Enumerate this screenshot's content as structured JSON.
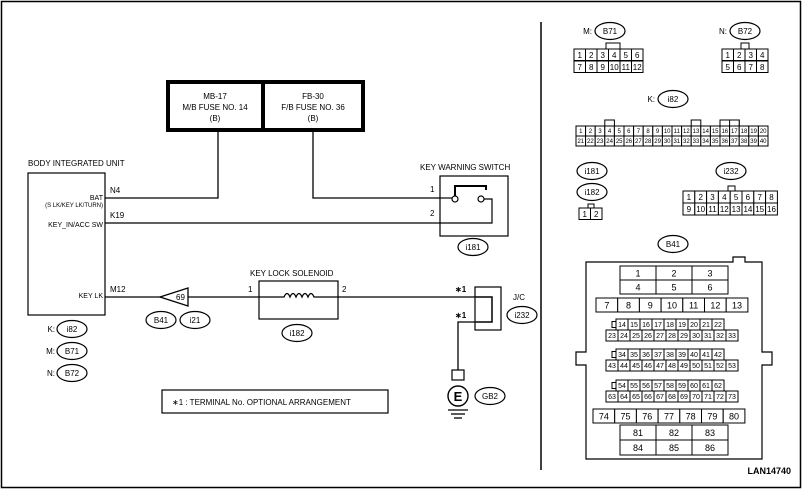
{
  "diagram_id": "LAN14740",
  "fuses": [
    {
      "line1": "MB-17",
      "line2": "M/B FUSE NO. 14",
      "line3": "(B)"
    },
    {
      "line1": "FB-30",
      "line2": "F/B FUSE NO. 36",
      "line3": "(B)"
    }
  ],
  "body_unit": {
    "title": "BODY INTEGRATED UNIT",
    "bat_label": "BAT",
    "bat_sub": "(S LK/KEY LK/TURN)",
    "key_in_label": "KEY_IN/ACC SW",
    "key_lk_label": "KEY LK",
    "pin_n4": "N4",
    "pin_k19": "K19",
    "pin_m12": "M12"
  },
  "key_warning_switch": {
    "title": "KEY WARNING SWITCH",
    "pin1": "1",
    "pin2": "2",
    "connector": "i181"
  },
  "key_lock_solenoid": {
    "title": "KEY LOCK SOLENOID",
    "pin1": "1",
    "pin2": "2",
    "connector": "i182"
  },
  "junction": {
    "label": "J/C",
    "connector": "i232",
    "mark1": "∗1",
    "mark2": "∗1"
  },
  "splice": {
    "number": "69",
    "conn1": "B41",
    "conn2": "i21"
  },
  "ground": {
    "symbol": "E",
    "connector": "GB2"
  },
  "connector_legend": [
    {
      "prefix": "K:",
      "code": "i82"
    },
    {
      "prefix": "M:",
      "code": "B71"
    },
    {
      "prefix": "N:",
      "code": "B72"
    }
  ],
  "note": "∗1 : TERMINAL No. OPTIONAL ARRANGEMENT",
  "connectors": {
    "b71": {
      "prefix": "M:",
      "code": "B71",
      "row1": [
        "1",
        "2",
        "3",
        "4",
        "5",
        "6"
      ],
      "row2": [
        "7",
        "8",
        "9",
        "10",
        "11",
        "12"
      ]
    },
    "b72": {
      "prefix": "N:",
      "code": "B72",
      "row1": [
        "1",
        "2",
        "3",
        "4"
      ],
      "row2": [
        "5",
        "6",
        "7",
        "8"
      ]
    },
    "i82": {
      "prefix": "K:",
      "code": "i82",
      "row1": [
        "1",
        "2",
        "3",
        "4",
        "5",
        "6",
        "7",
        "8",
        "9",
        "10",
        "11",
        "12",
        "13",
        "14",
        "15",
        "16",
        "17",
        "18",
        "19",
        "20"
      ],
      "row2": [
        "21",
        "22",
        "23",
        "24",
        "25",
        "26",
        "27",
        "28",
        "29",
        "30",
        "31",
        "32",
        "33",
        "34",
        "35",
        "36",
        "37",
        "38",
        "39",
        "40"
      ]
    },
    "i181": {
      "code": "i181"
    },
    "i182": {
      "code": "i182",
      "pins": [
        "1",
        "2"
      ]
    },
    "i232": {
      "code": "i232",
      "row1": [
        "1",
        "2",
        "3",
        "4",
        "5",
        "6",
        "7",
        "8"
      ],
      "row2": [
        "9",
        "10",
        "11",
        "12",
        "13",
        "14",
        "15",
        "16"
      ]
    },
    "b41": {
      "code": "B41",
      "rows": [
        [
          "1",
          "2",
          "3"
        ],
        [
          "4",
          "5",
          "6"
        ],
        [
          "7",
          "8",
          "9",
          "10",
          "11",
          "12",
          "13"
        ],
        [
          "14",
          "15",
          "16",
          "17",
          "18",
          "19",
          "20",
          "21",
          "22"
        ],
        [
          "23",
          "24",
          "25",
          "26",
          "27",
          "28",
          "29",
          "30",
          "31",
          "32",
          "33"
        ],
        [
          "34",
          "35",
          "36",
          "37",
          "38",
          "39",
          "40",
          "41",
          "42"
        ],
        [
          "43",
          "44",
          "45",
          "46",
          "47",
          "48",
          "49",
          "50",
          "51",
          "52",
          "53"
        ],
        [
          "54",
          "55",
          "56",
          "57",
          "58",
          "59",
          "60",
          "61",
          "62"
        ],
        [
          "63",
          "64",
          "65",
          "66",
          "67",
          "68",
          "69",
          "70",
          "71",
          "72",
          "73"
        ],
        [
          "74",
          "75",
          "76",
          "77",
          "78",
          "79",
          "80"
        ],
        [
          "81",
          "82",
          "83"
        ],
        [
          "84",
          "85",
          "86"
        ]
      ]
    }
  }
}
